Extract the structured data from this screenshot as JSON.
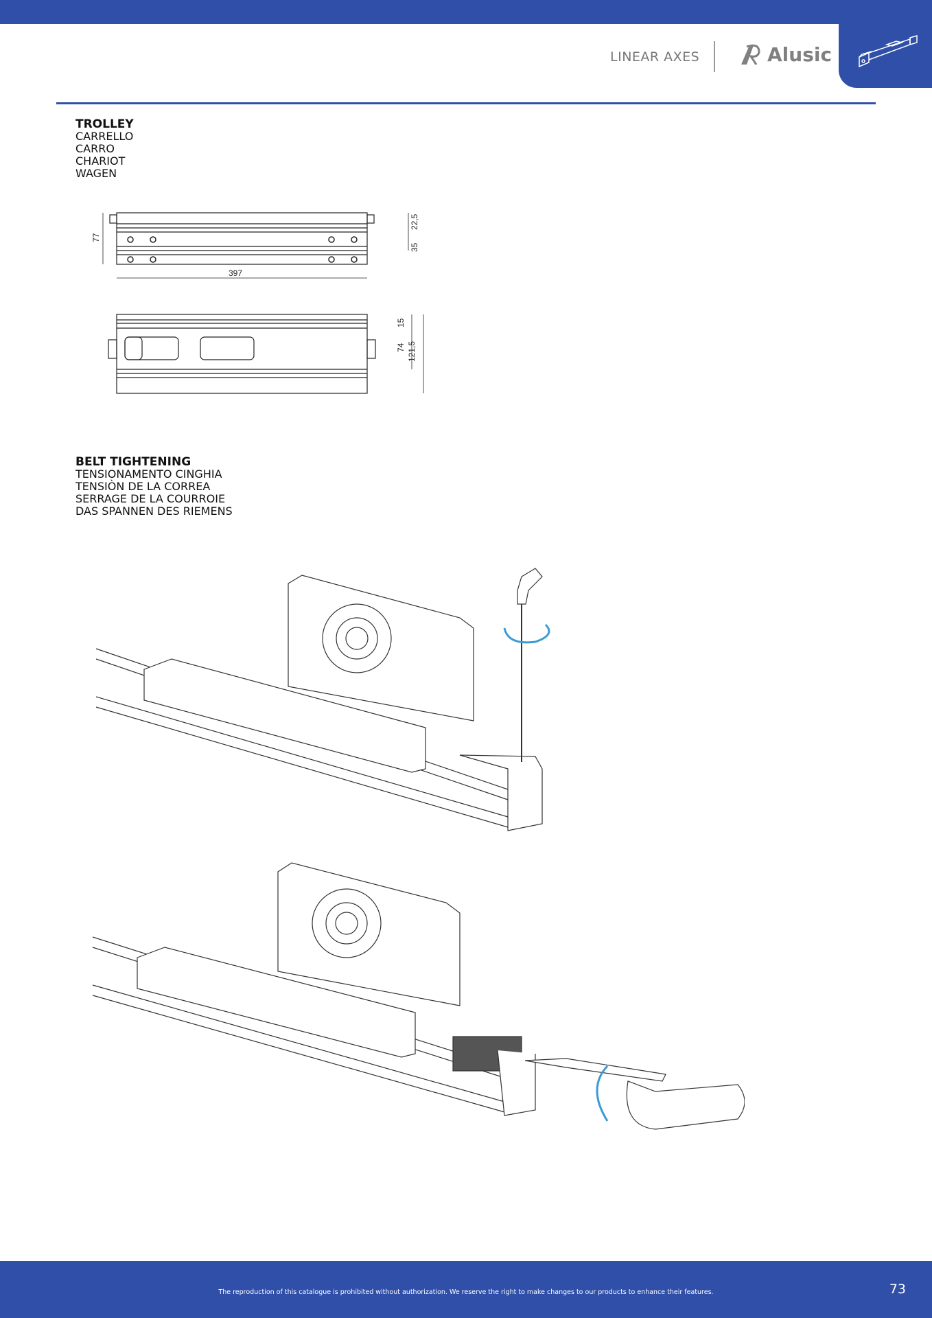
{
  "header": {
    "section": "LINEAR AXES",
    "brand": "Alusic",
    "colors": {
      "accent": "#2f4fa8",
      "logo": "#808080"
    }
  },
  "trolley": {
    "title": "TROLLEY",
    "translations": [
      "CARRELLO",
      "CARRO",
      "CHARIOT",
      "WAGEN"
    ],
    "dimensions": {
      "height_side": "77",
      "top": "22,5",
      "middle": "35",
      "length": "397",
      "top2": "15",
      "mid2": "74",
      "total": "121,5"
    }
  },
  "belt": {
    "title": "BELT TIGHTENING",
    "translations": [
      "TENSIONAMENTO CINGHIA",
      "TENSIÒN DE LA CORREA",
      "SERRAGE DE LA COURROIE",
      "DAS SPANNEN DES RIEMENS"
    ]
  },
  "footer": {
    "notice": "The reproduction of this catalogue is prohibited without authorization. We reserve the right to make changes to our products to enhance their features.",
    "page": "73"
  }
}
